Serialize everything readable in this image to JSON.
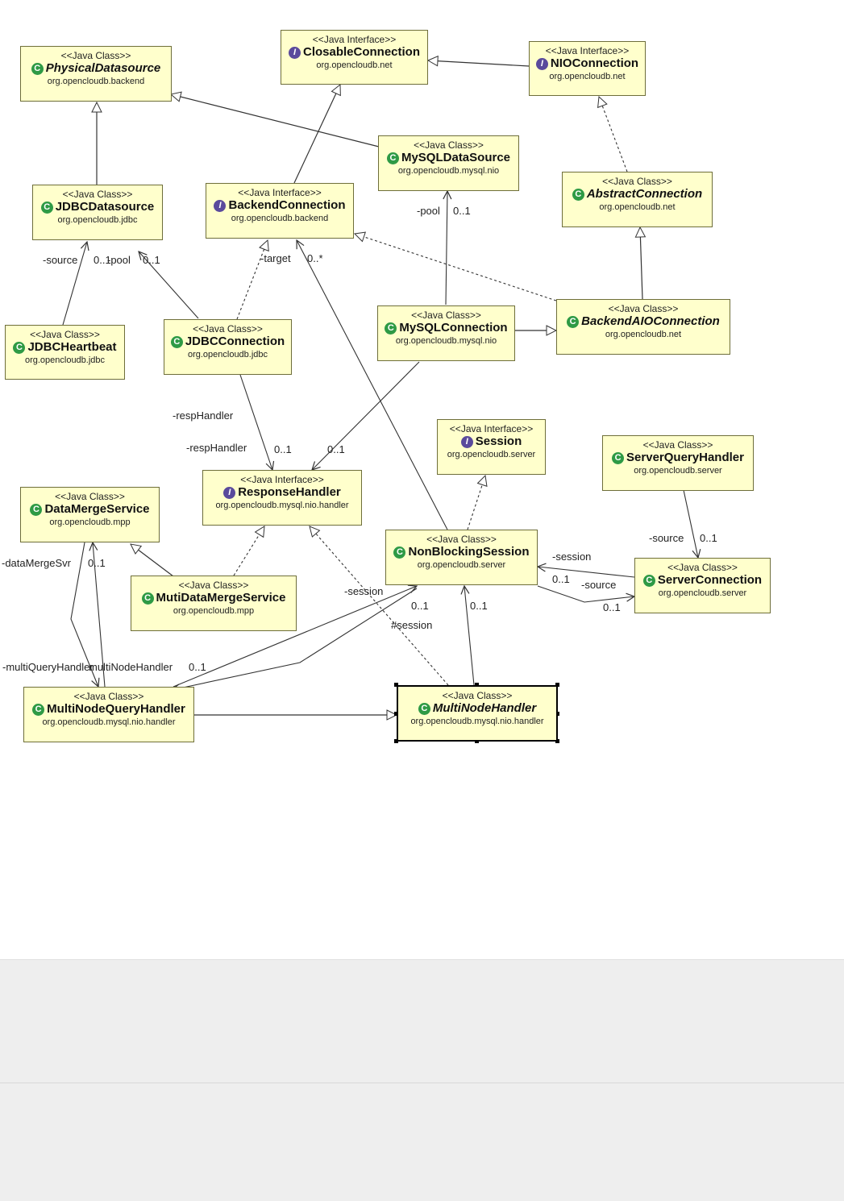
{
  "stereotypes": {
    "class": "<<Java Class>>",
    "interface": "<<Java Interface>>"
  },
  "nodes": {
    "physicalDatasource": {
      "name": "PhysicalDatasource",
      "package": "org.opencloudb.backend",
      "kind": "abstract",
      "icon": "abstract-class-icon"
    },
    "closableConnection": {
      "name": "ClosableConnection",
      "package": "org.opencloudb.net",
      "kind": "interface",
      "icon": "interface-icon"
    },
    "nioConnection": {
      "name": "NIOConnection",
      "package": "org.opencloudb.net",
      "kind": "interface",
      "icon": "interface-icon"
    },
    "mysqlDataSource": {
      "name": "MySQLDataSource",
      "package": "org.opencloudb.mysql.nio",
      "kind": "class",
      "icon": "class-icon"
    },
    "jdbcDatasource": {
      "name": "JDBCDatasource",
      "package": "org.opencloudb.jdbc",
      "kind": "class",
      "icon": "class-icon"
    },
    "backendConnection": {
      "name": "BackendConnection",
      "package": "org.opencloudb.backend",
      "kind": "interface",
      "icon": "interface-icon"
    },
    "abstractConnection": {
      "name": "AbstractConnection",
      "package": "org.opencloudb.net",
      "kind": "abstract",
      "icon": "abstract-class-icon"
    },
    "jdbcHeartbeat": {
      "name": "JDBCHeartbeat",
      "package": "org.opencloudb.jdbc",
      "kind": "class",
      "icon": "class-icon"
    },
    "jdbcConnection": {
      "name": "JDBCConnection",
      "package": "org.opencloudb.jdbc",
      "kind": "class",
      "icon": "class-icon"
    },
    "mysqlConnection": {
      "name": "MySQLConnection",
      "package": "org.opencloudb.mysql.nio",
      "kind": "class",
      "icon": "class-icon"
    },
    "backendAIOConnection": {
      "name": "BackendAIOConnection",
      "package": "org.opencloudb.net",
      "kind": "abstract",
      "icon": "abstract-class-icon"
    },
    "session": {
      "name": "Session",
      "package": "org.opencloudb.server",
      "kind": "interface",
      "icon": "interface-icon"
    },
    "serverQueryHandler": {
      "name": "ServerQueryHandler",
      "package": "org.opencloudb.server",
      "kind": "class",
      "icon": "class-icon"
    },
    "responseHandler": {
      "name": "ResponseHandler",
      "package": "org.opencloudb.mysql.nio.handler",
      "kind": "interface",
      "icon": "interface-icon"
    },
    "dataMergeService": {
      "name": "DataMergeService",
      "package": "org.opencloudb.mpp",
      "kind": "class",
      "icon": "class-icon"
    },
    "nonBlockingSession": {
      "name": "NonBlockingSession",
      "package": "org.opencloudb.server",
      "kind": "class",
      "icon": "class-icon"
    },
    "serverConnection": {
      "name": "ServerConnection",
      "package": "org.opencloudb.server",
      "kind": "class",
      "icon": "class-icon"
    },
    "mutiDataMergeService": {
      "name": "MutiDataMergeService",
      "package": "org.opencloudb.mpp",
      "kind": "class",
      "icon": "class-icon"
    },
    "multiNodeQueryHandler": {
      "name": "MultiNodeQueryHandler",
      "package": "org.opencloudb.mysql.nio.handler",
      "kind": "class",
      "icon": "class-icon"
    },
    "multiNodeHandler": {
      "name": "MultiNodeHandler",
      "package": "org.opencloudb.mysql.nio.handler",
      "kind": "abstract",
      "icon": "abstract-class-icon"
    }
  },
  "edge_labels": {
    "source1": "-source",
    "source1_mult": "0..1",
    "pool1": "-pool",
    "pool1_mult": "0..1",
    "pool2": "-pool",
    "pool2_mult": "0..1",
    "target": "-target",
    "target_mult": "0..*",
    "respHandler1": "-respHandler",
    "respHandler2": "-respHandler",
    "respHandler_mult1": "0..1",
    "respHandler_mult2": "0..1",
    "session1": "-session",
    "session1_mult": "0..1",
    "source2": "-source",
    "source2_mult": "0..1",
    "source3": "-source",
    "source3_mult": "0..1",
    "session2": "-session",
    "session2_mult": "0..1",
    "session3": "#session",
    "session3_mult": "0..1",
    "dataMergeSvr": "-dataMergeSvr",
    "dataMergeSvr_mult": "0..1",
    "multiQueryHandler": "-multiQueryHandler",
    "multiNodeHandler": "multiNodeHandler",
    "multiNodeHandler_mult": "0..1"
  }
}
